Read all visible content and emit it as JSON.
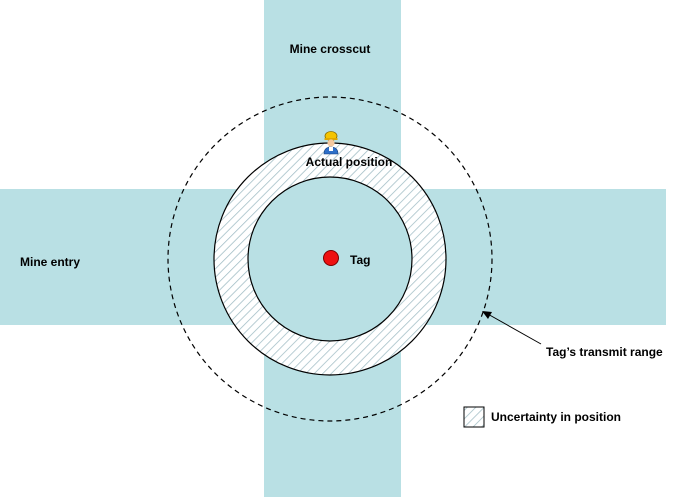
{
  "labels": {
    "crosscut": "Mine crosscut",
    "entry": "Mine entry",
    "actual_position": "Actual position",
    "tag": "Tag",
    "transmit_range": "Tag’s transmit range"
  },
  "legend": {
    "uncertainty": "Uncertainty in position"
  },
  "colors": {
    "passage_fill": "#b9e0e4",
    "tag_fill": "#ee1111",
    "hatch": "#9fbcc4",
    "stroke": "#000000"
  },
  "icons": {
    "worker": "miner-person-icon",
    "tag": "tag-dot-icon"
  }
}
